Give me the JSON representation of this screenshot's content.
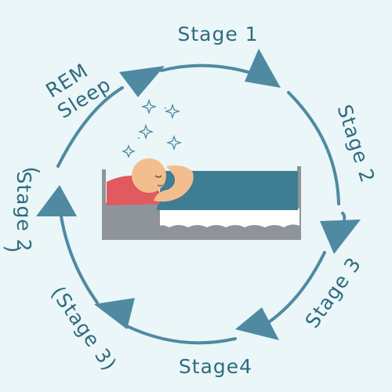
{
  "diagram": {
    "labels": {
      "stage1": "Stage 1",
      "stage2": "Stage 2",
      "stage3": "Stage 3",
      "stage4": "Stage4",
      "stage3_return": "(Stage 3)",
      "stage2_return_open": "(",
      "stage2_return": "Stage 2",
      "stage2_return_close": ")",
      "rem_line1": "REM",
      "rem_line2": "Sleep"
    },
    "colors": {
      "background": "#eaf6f8",
      "cycle": "#4f8aa2",
      "text": "#2f6b7e",
      "blanket": "#3e7d92",
      "pillow": "#e05a5f",
      "skin": "#f3be8e",
      "bed_frame": "#8e9499"
    },
    "icons": [
      "sleeping-person-icon",
      "sparkle-icon"
    ]
  }
}
